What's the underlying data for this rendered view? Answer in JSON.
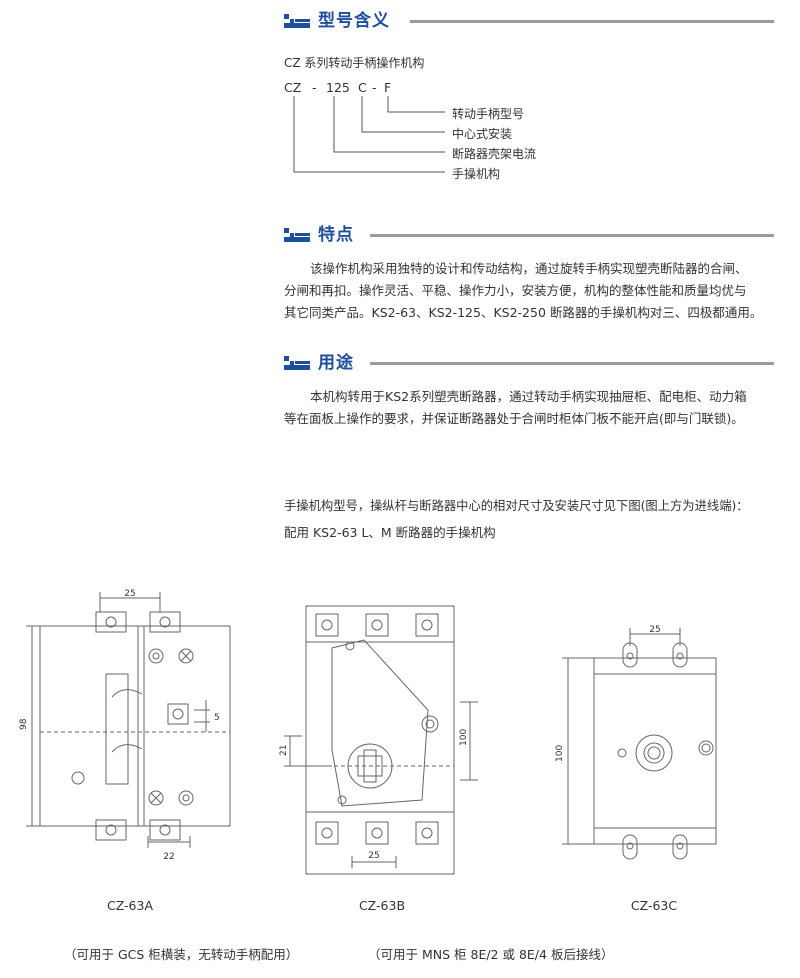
{
  "sections": {
    "model": {
      "title": "型号含义"
    },
    "features": {
      "title": "特点"
    },
    "usage": {
      "title": "用途"
    }
  },
  "model": {
    "series_line": "CZ 系列转动手柄操作机构",
    "code_parts": [
      "CZ",
      "-",
      "125",
      "C",
      "-",
      "F"
    ],
    "labels": [
      "转动手柄型号",
      "中心式安装",
      "断路器壳架电流",
      "手操机构"
    ]
  },
  "features": {
    "lines": [
      "该操作机构采用独特的设计和传动结构，通过旋转手柄实现塑壳断陆器的合闸、",
      "分闸和再扣。操作灵活、平稳、操作力小，安装方便，机构的整体性能和质量均优与",
      "其它同类产品。KS2-63、KS2-125、KS2-250 断路器的手操机构对三、四极都通用。"
    ]
  },
  "usage": {
    "lines": [
      "本机构转用于KS2系列塑壳断路器，通过转动手柄实现抽屉柜、配电柜、动力箱",
      "等在面板上操作的要求，并保证断路器处于合闸时柜体门板不能开启(即与门联锁)。"
    ]
  },
  "intro": {
    "line1": "手操机构型号，操纵杆与断路器中心的相对尺寸及安装尺寸见下图(图上方为进线端)：",
    "line2": "配用  KS2-63  L、M 断路器的手操机构"
  },
  "drawings": {
    "a": {
      "dims": [
        "25",
        "98",
        "5",
        "22"
      ],
      "caption": "CZ-63A"
    },
    "b": {
      "dims": [
        "21",
        "100",
        "25"
      ],
      "caption": "CZ-63B"
    },
    "c": {
      "dims": [
        "25",
        "100"
      ],
      "caption": "CZ-63C"
    }
  },
  "notes": {
    "left": "（可用于 GCS 柜横装，无转动手柄配用）",
    "right": "（可用于 MNS 柜 8E/2 或 8E/4 板后接线）"
  },
  "colors": {
    "accent": "#1d4f9b",
    "rule": "#9a9a9a",
    "line": "#555555"
  }
}
